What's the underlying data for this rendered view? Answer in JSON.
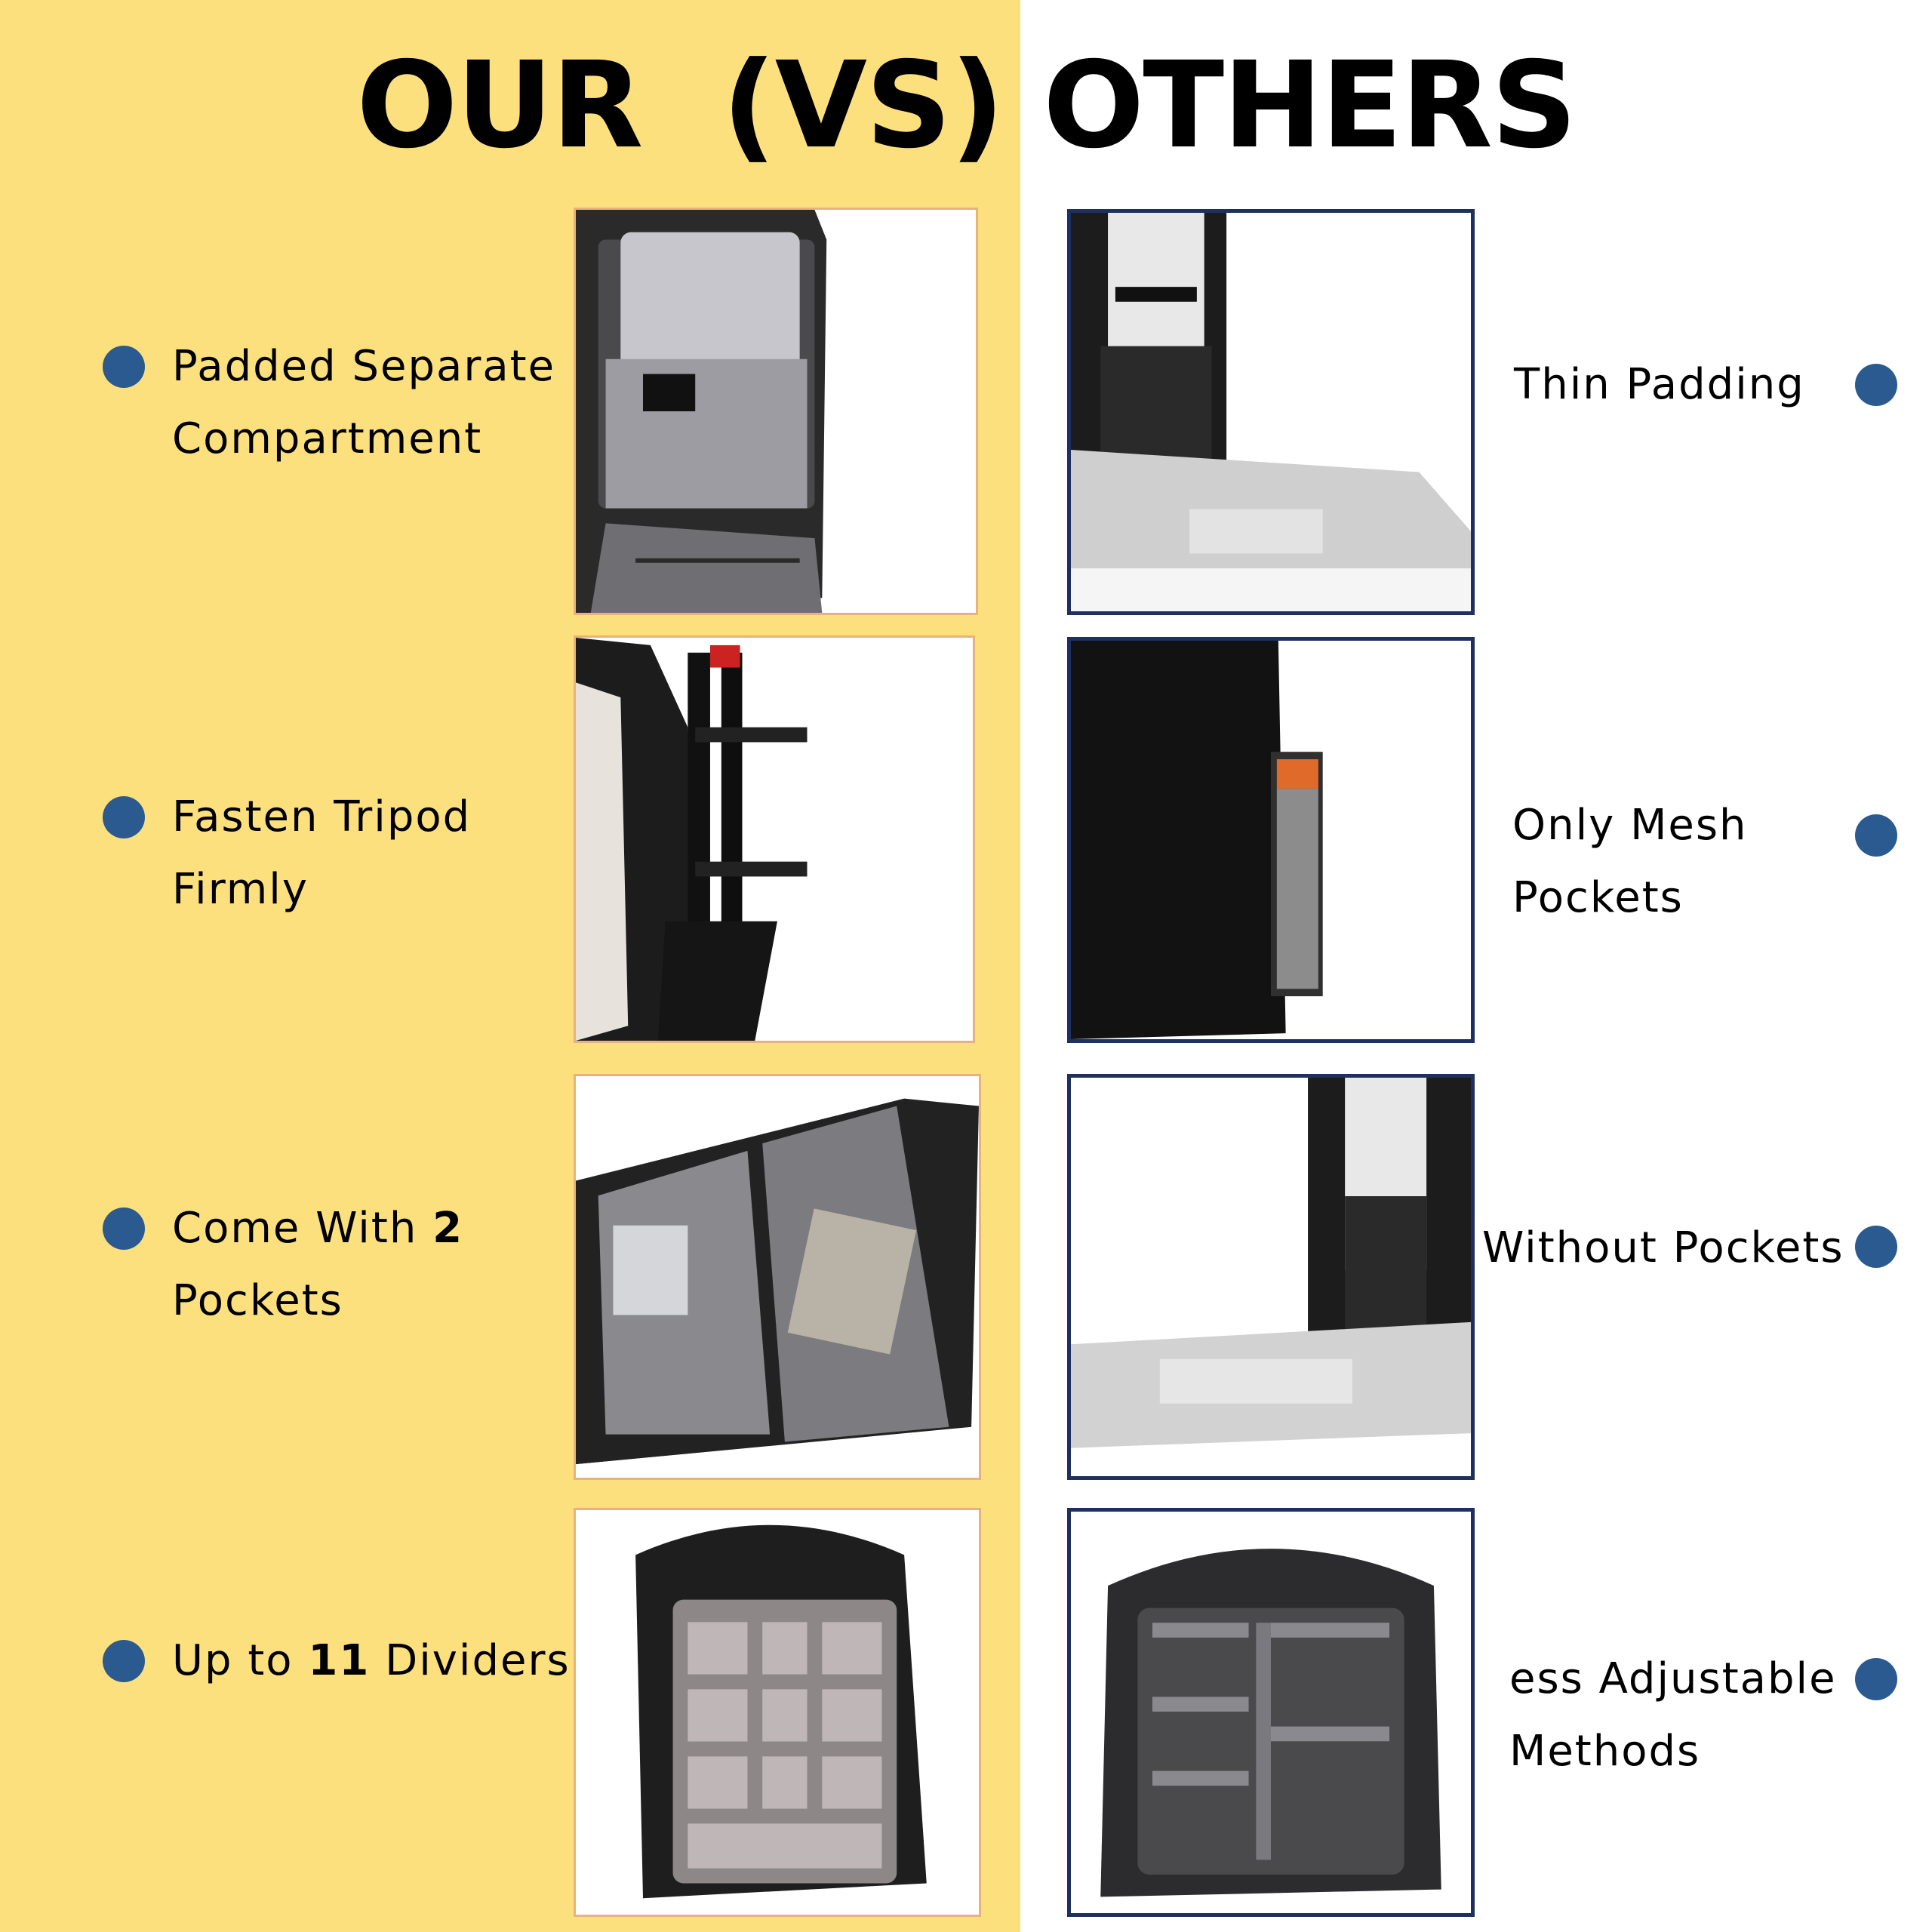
{
  "title": "OUR  (VS) OTHERS",
  "colors": {
    "left_bg": "#fde07e",
    "bullet": "#2a5a8f",
    "ours_border": "#e8b37a",
    "theirs_border": "#1e3060"
  },
  "ours": [
    {
      "line1": "Padded Separate",
      "line2": "Compartment"
    },
    {
      "line1": "Fasten Tripod",
      "line2": "Firmly"
    },
    {
      "line1_pre": "Come With ",
      "line1_bold": "2",
      "line2": "Pockets"
    },
    {
      "pre": "Up to ",
      "bold": "11",
      "post": " Dividers"
    }
  ],
  "theirs": [
    {
      "line1": "Thin Padding"
    },
    {
      "line1": "Only Mesh",
      "line2": "Pockets"
    },
    {
      "line1": "Without Pockets"
    },
    {
      "line1": "ess Adjustable",
      "line2": "Methods"
    }
  ]
}
